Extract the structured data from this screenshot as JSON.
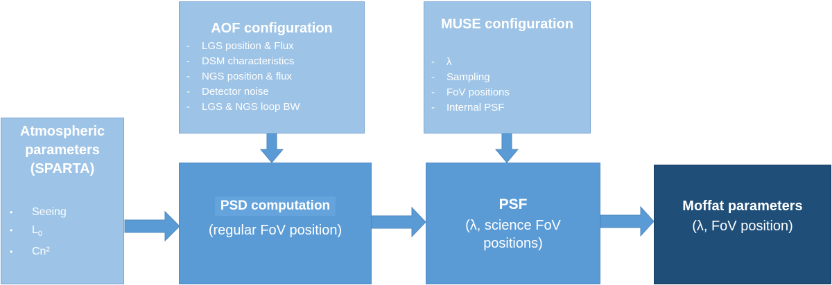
{
  "diagram": {
    "aof": {
      "title": "AOF configuration",
      "items": [
        "LGS position &  Flux",
        "DSM characteristics",
        "NGS position & flux",
        "Detector noise",
        "LGS & NGS loop BW"
      ]
    },
    "muse": {
      "title": "MUSE configuration",
      "items": [
        "λ",
        "Sampling",
        "FoV positions",
        "Internal PSF"
      ]
    },
    "atmos": {
      "title_line1": "Atmospheric",
      "title_line2": "parameters",
      "title_line3": "(SPARTA)",
      "items": {
        "seeing": "Seeing",
        "l0_base": "L",
        "l0_sub": "0",
        "cn2": "Cn²"
      }
    },
    "psd": {
      "title": "PSD computation",
      "subtitle": "(regular FoV position)"
    },
    "psf": {
      "title": "PSF",
      "subtitle_line1": "(λ, science FoV",
      "subtitle_line2": "positions)"
    },
    "moffat": {
      "title": "Moffat parameters",
      "subtitle": "(λ, FoV position)"
    },
    "colors": {
      "light_box": "#9dc3e6",
      "mid_box": "#5b9bd5",
      "dark_box": "#1f4e79",
      "arrow": "#5b9bd5"
    }
  }
}
